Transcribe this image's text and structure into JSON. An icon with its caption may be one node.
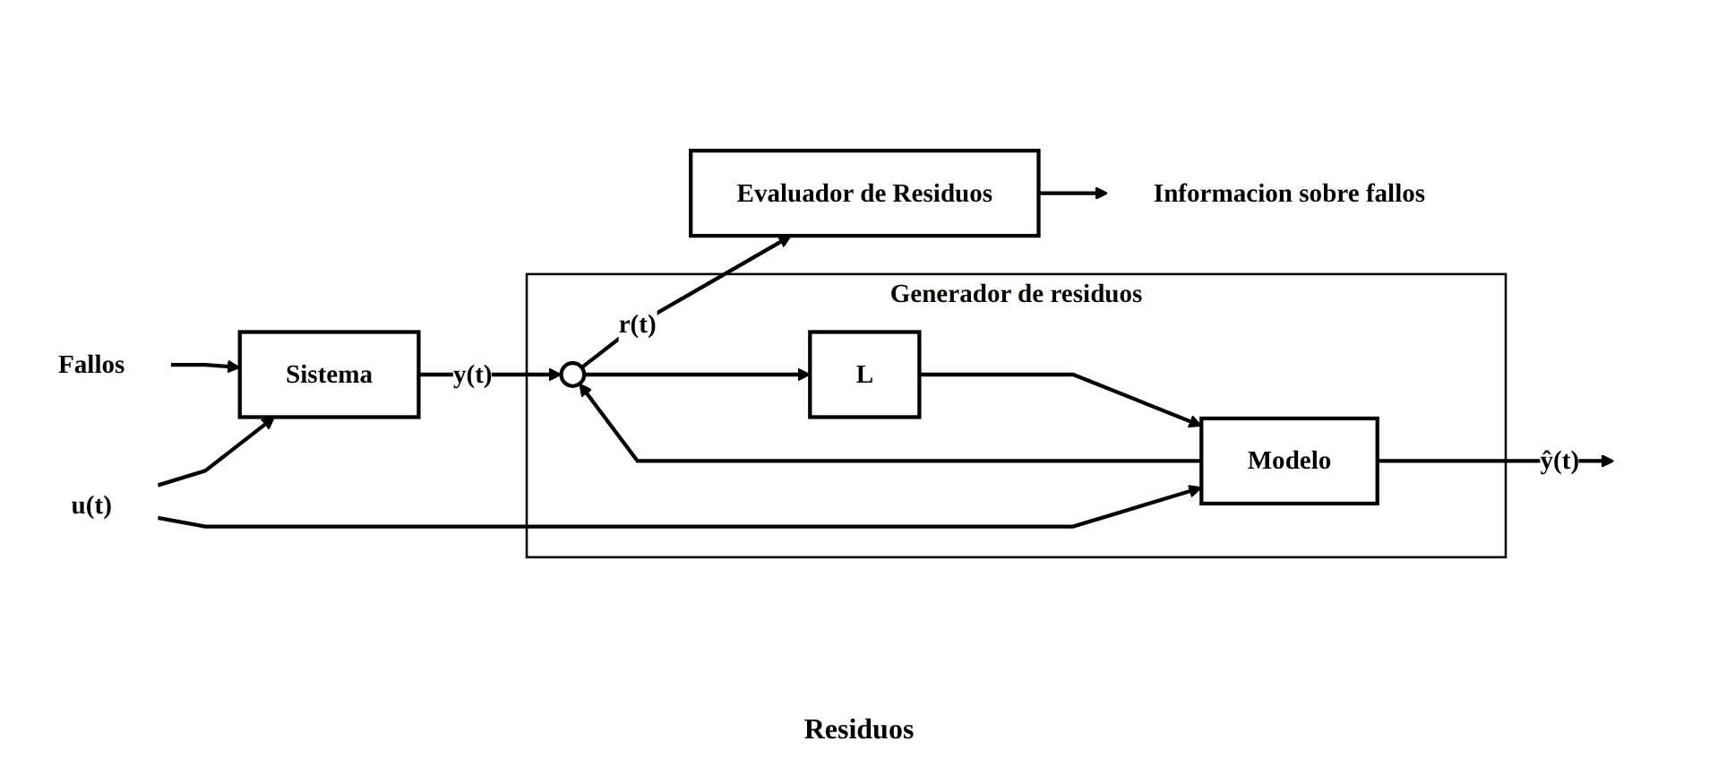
{
  "diagram": {
    "nodes": [
      {
        "text": [
          "Fallos"
        ]
      },
      {
        "text": [
          "u(t)"
        ]
      },
      {
        "text": [
          "Sistema"
        ]
      },
      {
        "text": [
          "Generador de residuos"
        ]
      },
      {
        "text": [],
        "shape": "circle",
        "in": 3
      },
      {
        "text": [
          "Modelo"
        ],
        "in": 3
      },
      {
        "text": [
          "L"
        ],
        "in": 3
      },
      {
        "text": [
          "Evaluador de Residuos"
        ]
      },
      {
        "text": [
          "Informacion sobre fallos"
        ]
      }
    ],
    "edges": [
      {
        "from": 0,
        "to": 2,
        "arrow": "to"
      },
      {
        "from": 1,
        "to": 2,
        "arrow": "to"
      },
      {
        "from": 1,
        "to": 5,
        "arrow": "to"
      },
      {
        "from": 2,
        "to": 4,
        "arrow": "to",
        "label": "y(t)"
      },
      {
        "from": 5,
        "to": 4,
        "arrow": "to"
      },
      {
        "from": 5,
        "to": null,
        "arrow": "to",
        "label": "ŷ(t)"
      },
      {
        "from": 4,
        "to": 7,
        "arrow": "to",
        "label": "r(t)"
      },
      {
        "from": 4,
        "to": 6,
        "arrow": "to"
      },
      {
        "from": 6,
        "to": 5,
        "arrow": "to"
      },
      {
        "from": 7,
        "to": 8,
        "arrow": "to"
      }
    ],
    "labels": [
      "Residuos"
    ]
  }
}
